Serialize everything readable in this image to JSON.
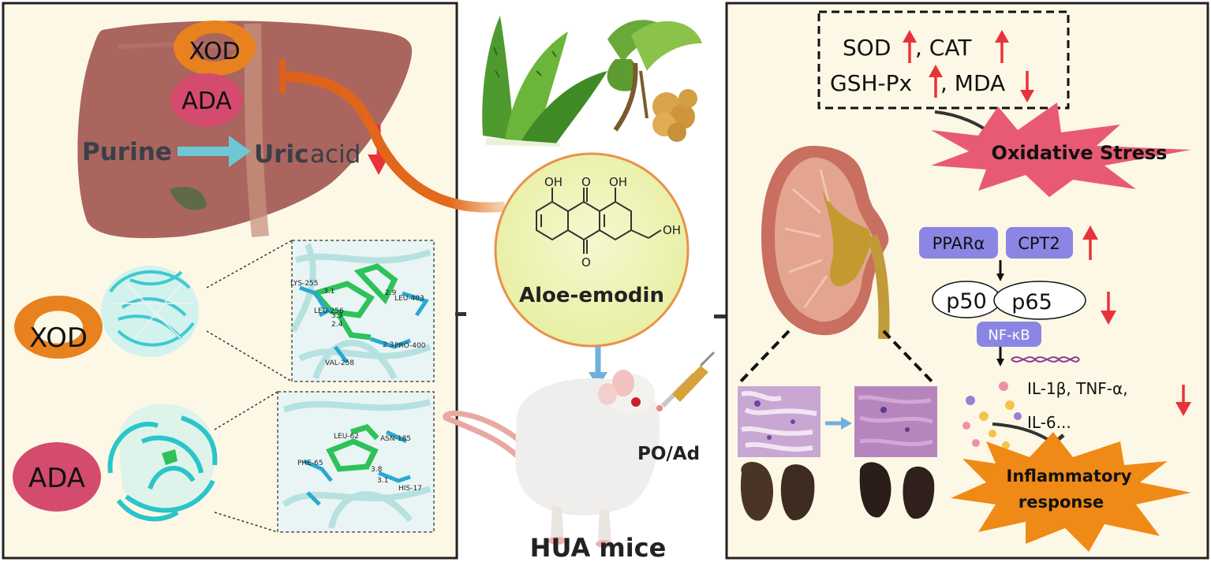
{
  "colors": {
    "panel_bg": "#fdf8e6",
    "xod": "#e8821f",
    "ada": "#d44b6e",
    "liver": "#a9655e",
    "protein": "#3fc9cf",
    "arrow_cyan": "#6cc8d4",
    "inhibit_orange": "#e36a1c",
    "emodin_circle": "#eef3b0",
    "up_down_arrow": "#e8323a",
    "oxidative_star": "#e85a73",
    "inflam_star": "#f08a16",
    "box_purple": "#8b86e3"
  },
  "liver_panel": {
    "xod": "XOD",
    "ada": "ADA",
    "purine": "Purine",
    "uric_acid_bold": "Uric",
    "uric_acid_rest": "acid"
  },
  "docking": {
    "xod_label": "XOD",
    "ada_label": "ADA",
    "xod_residues": [
      "LYS-255",
      "LEU-256",
      "VAL-258",
      "LEU-403",
      "PRO-400"
    ],
    "xod_distances": [
      "3.1",
      "3.9",
      "2.4",
      "2.9",
      "2.3"
    ],
    "ada_residues": [
      "LEU-62",
      "ASN-185",
      "HIS-17",
      "PHE-65"
    ],
    "ada_distances": [
      "3.8",
      "3.1"
    ]
  },
  "compound": {
    "name": "Aloe-emodin",
    "oh_left": "OH",
    "oh_right": "OH",
    "oh_side": "OH",
    "oxygen_top": "O",
    "oxygen_bottom": "O"
  },
  "mice": {
    "title": "HUA mice",
    "treatment": "PO/Ad"
  },
  "kidney_panel": {
    "markers_line1_a": "SOD",
    "markers_line1_b": ", CAT",
    "markers_line2_a": "GSH-Px",
    "markers_line2_b": ", MDA",
    "oxidative": "Oxidative Stress",
    "ppar": "PPARα",
    "cpt2": "CPT2",
    "p50": "p50",
    "p65": "p65",
    "nfkb": "NF-κB",
    "cytokines_line1": "IL-1β, TNF-α,",
    "cytokines_line2": "IL-6...",
    "inflam_line1": "Inflammatory",
    "inflam_line2": "response"
  }
}
